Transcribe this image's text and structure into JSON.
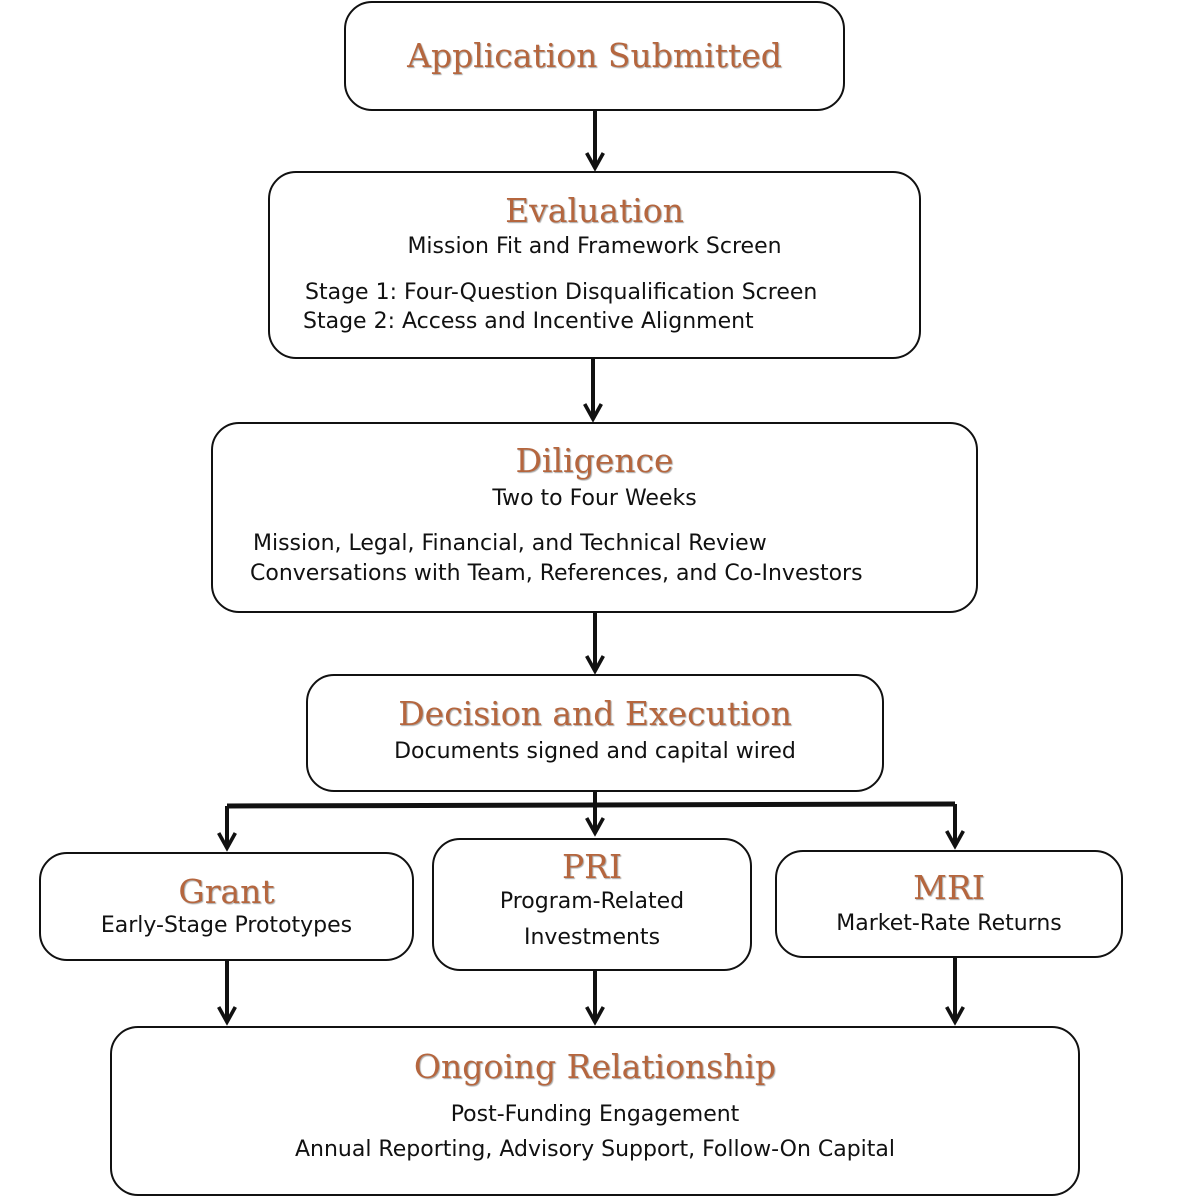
{
  "accent_color": "#b5663e",
  "nodes": {
    "application": {
      "title": "Application Submitted"
    },
    "evaluation": {
      "title": "Evaluation",
      "subtitle": "Mission Fit and Framework Screen",
      "details": [
        "Stage 1: Four-Question Disqualification Screen",
        "Stage 2: Access and Incentive Alignment"
      ]
    },
    "diligence": {
      "title": "Diligence",
      "subtitle": "Two to Four Weeks",
      "details": [
        "Mission, Legal, Financial, and Technical Review",
        "Conversations with Team, References, and Co-Investors"
      ]
    },
    "decision": {
      "title": "Decision and Execution",
      "subtitle": "Documents signed and capital wired"
    },
    "grant": {
      "title": "Grant",
      "subtitle": "Early-Stage Prototypes"
    },
    "pri": {
      "title": "PRI",
      "subtitle_lines": [
        "Program-Related",
        "Investments"
      ]
    },
    "mri": {
      "title": "MRI",
      "subtitle": "Market-Rate Returns"
    },
    "ongoing": {
      "title": "Ongoing Relationship",
      "subtitle": "Post-Funding Engagement",
      "details": [
        "Annual Reporting, Advisory Support, Follow-On Capital"
      ]
    }
  }
}
